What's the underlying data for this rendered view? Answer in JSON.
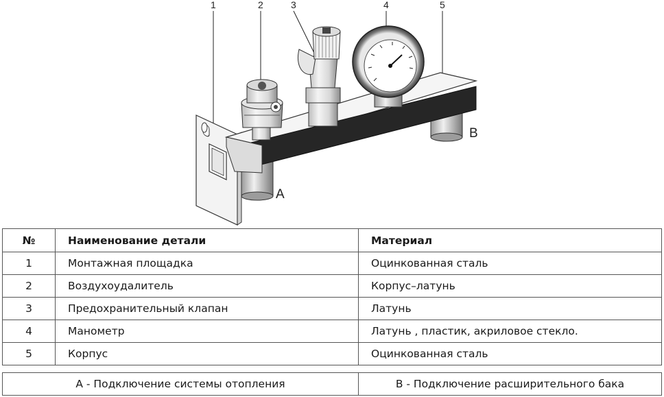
{
  "figure": {
    "callouts": [
      "1",
      "2",
      "3",
      "4",
      "5"
    ],
    "port_a": "A",
    "port_b": "B"
  },
  "table": {
    "headers": [
      "№",
      "Наименование детали",
      "Материал"
    ],
    "rows": [
      {
        "num": "1",
        "name": "Монтажная площадка",
        "material": "Оцинкованная сталь"
      },
      {
        "num": "2",
        "name": "Воздухоудалитель",
        "material": "Корпус–латунь"
      },
      {
        "num": "3",
        "name": "Предохранительный клапан",
        "material": "Латунь"
      },
      {
        "num": "4",
        "name": "Манометр",
        "material": "Латунь , пластик, акриловое стекло."
      },
      {
        "num": "5",
        "name": "Корпус",
        "material": "Оцинкованная сталь"
      }
    ]
  },
  "connections": {
    "a": "А - Подключение системы отопления",
    "b": "В - Подключение расширительного бака"
  }
}
